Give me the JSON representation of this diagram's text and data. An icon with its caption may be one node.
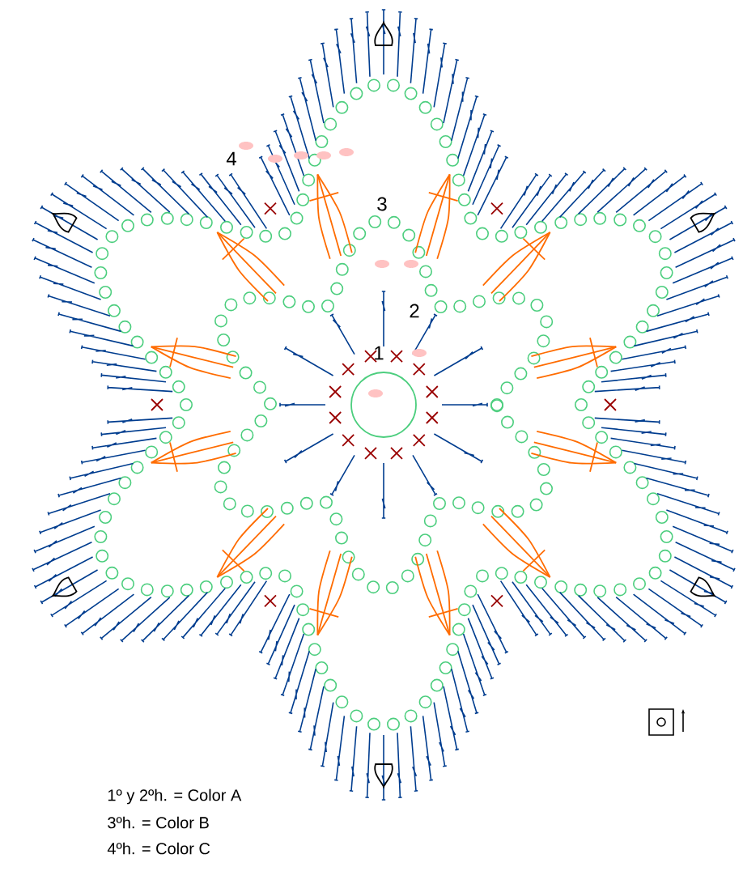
{
  "diagram": {
    "labels": [
      "4",
      "3",
      "2",
      "1",
      "1º y 2ºh. = Color A",
      "3ºh. = Color B",
      "4ºh. = Color C"
    ]
  }
}
